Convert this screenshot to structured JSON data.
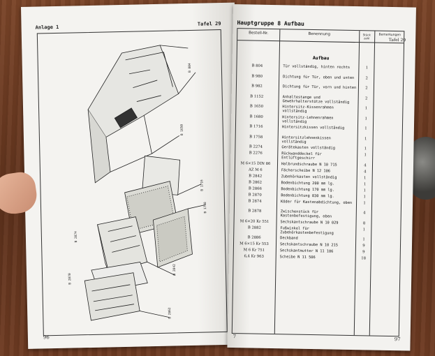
{
  "left_page": {
    "header_left": "Anlage 1",
    "header_right": "Tafel 29",
    "page_number": "96"
  },
  "right_page": {
    "title": "Hauptgruppe 8 Aufbau",
    "tafel": "Tafel 29",
    "columns": [
      "Bestell-Nr.",
      "Benennung",
      "Stück zahl",
      "Bemerkungen"
    ],
    "section": "Aufbau",
    "rows": [
      {
        "nr": "B 804",
        "ben": "Tür vollständig, hinten rechts",
        "st": "1"
      },
      {
        "nr": "B 980",
        "ben": "Dichtung für Tür, oben und unten",
        "st": "2"
      },
      {
        "nr": "B 982",
        "ben": "Dichtung für Tür, vorn und hinten",
        "st": "2"
      },
      {
        "nr": "B 1152",
        "ben": "Anhaltestange und Gewehrhalterstütze vollständig",
        "st": "2"
      },
      {
        "nr": "B 1650",
        "ben": "Hintersitz-Kissenrahmen vollständig",
        "st": "1"
      },
      {
        "nr": "B 1680",
        "ben": "Hintersitz-Lehnenrahmen vollständig",
        "st": "1"
      },
      {
        "nr": "B 1716",
        "ben": "Hintersitzkissen vollständig",
        "st": "1"
      },
      {
        "nr": "B 1758",
        "ben": "Hintersitzlehnenkissen vollständig",
        "st": "1"
      },
      {
        "nr": "B 2274",
        "ben": "Gerätekasten vollständig",
        "st": "1"
      },
      {
        "nr": "B 2276",
        "ben": "Rückwanddeckel für Entlüftgeschirr",
        "st": "1"
      },
      {
        "nr": "M 6×15 DIN 86",
        "ben": "Halbrundschraube N 10 715",
        "st": "4"
      },
      {
        "nr": "AZ M 6",
        "ben": "Fächerscheibe N 12 106",
        "st": "4"
      },
      {
        "nr": "B 2842",
        "ben": "Zubehörkasten vollständig",
        "st": "1"
      },
      {
        "nr": "B 2862",
        "ben": "Bodenbichtung 200 mm lg.",
        "st": "1"
      },
      {
        "nr": "B 2866",
        "ben": "Bodenbichtung 170 mm lg.",
        "st": "1"
      },
      {
        "nr": "B 2870",
        "ben": "Bodenbichtung 830 mm lg.",
        "st": "1"
      },
      {
        "nr": "B 2874",
        "ben": "Köder für Kastenabdichtung, oben",
        "st": "1"
      },
      {
        "nr": "B 2878",
        "ben": "Zwischenstück für Kastenbefestigung, oben",
        "st": "4"
      },
      {
        "nr": "M 6×20 Kr 551",
        "ben": "Sechskantschraube N 10 029",
        "st": "8"
      },
      {
        "nr": "B 2882",
        "ben": "Fußwinkel für Zubehörkastenbefestigung",
        "st": "1"
      },
      {
        "nr": "B 2886",
        "ben": "Deckband",
        "st": "1"
      },
      {
        "nr": "M 6×15 Kr 553",
        "ben": "Sechskantschraube N 10 215",
        "st": "9"
      },
      {
        "nr": "M 6 Kr 751",
        "ben": "Sechskantmutter N 11 106",
        "st": "9"
      },
      {
        "nr": "6,4 Kr 963",
        "ben": "Scheibe N 11 506",
        "st": "18"
      }
    ],
    "footer_left": "7",
    "page_number": "97"
  }
}
